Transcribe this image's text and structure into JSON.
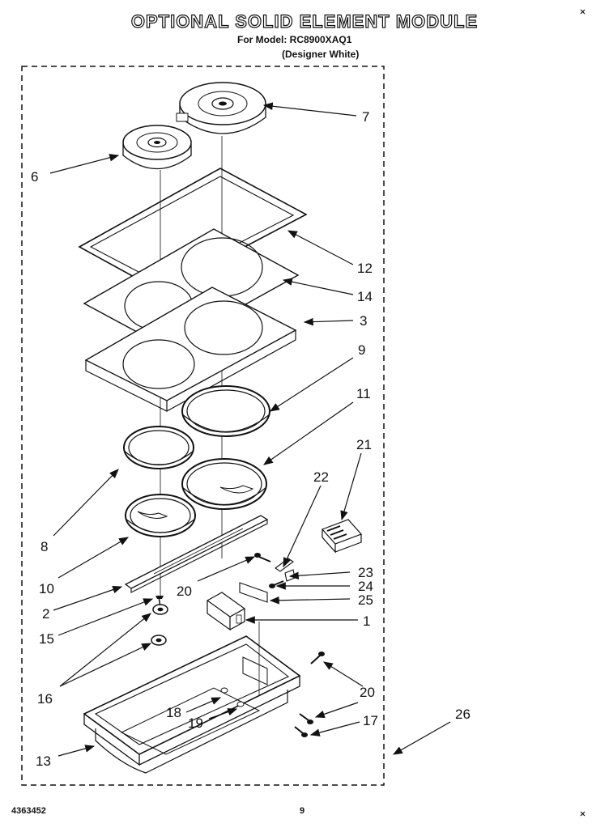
{
  "header": {
    "title": "OPTIONAL SOLID ELEMENT MODULE",
    "model_line": "For Model: RC8900XAQ1",
    "variant_line": "(Designer White)"
  },
  "footer": {
    "part_number": "4363452",
    "page_number": "9"
  },
  "callouts": {
    "c1": "1",
    "c2": "2",
    "c3": "3",
    "c6": "6",
    "c7": "7",
    "c8": "8",
    "c9": "9",
    "c10": "10",
    "c11": "11",
    "c12": "12",
    "c13": "13",
    "c14": "14",
    "c15": "15",
    "c16": "16",
    "c17": "17",
    "c18": "18",
    "c19": "19",
    "c20a": "20",
    "c20b": "20",
    "c21": "21",
    "c22": "22",
    "c23": "23",
    "c24": "24",
    "c25": "25",
    "c26": "26"
  }
}
